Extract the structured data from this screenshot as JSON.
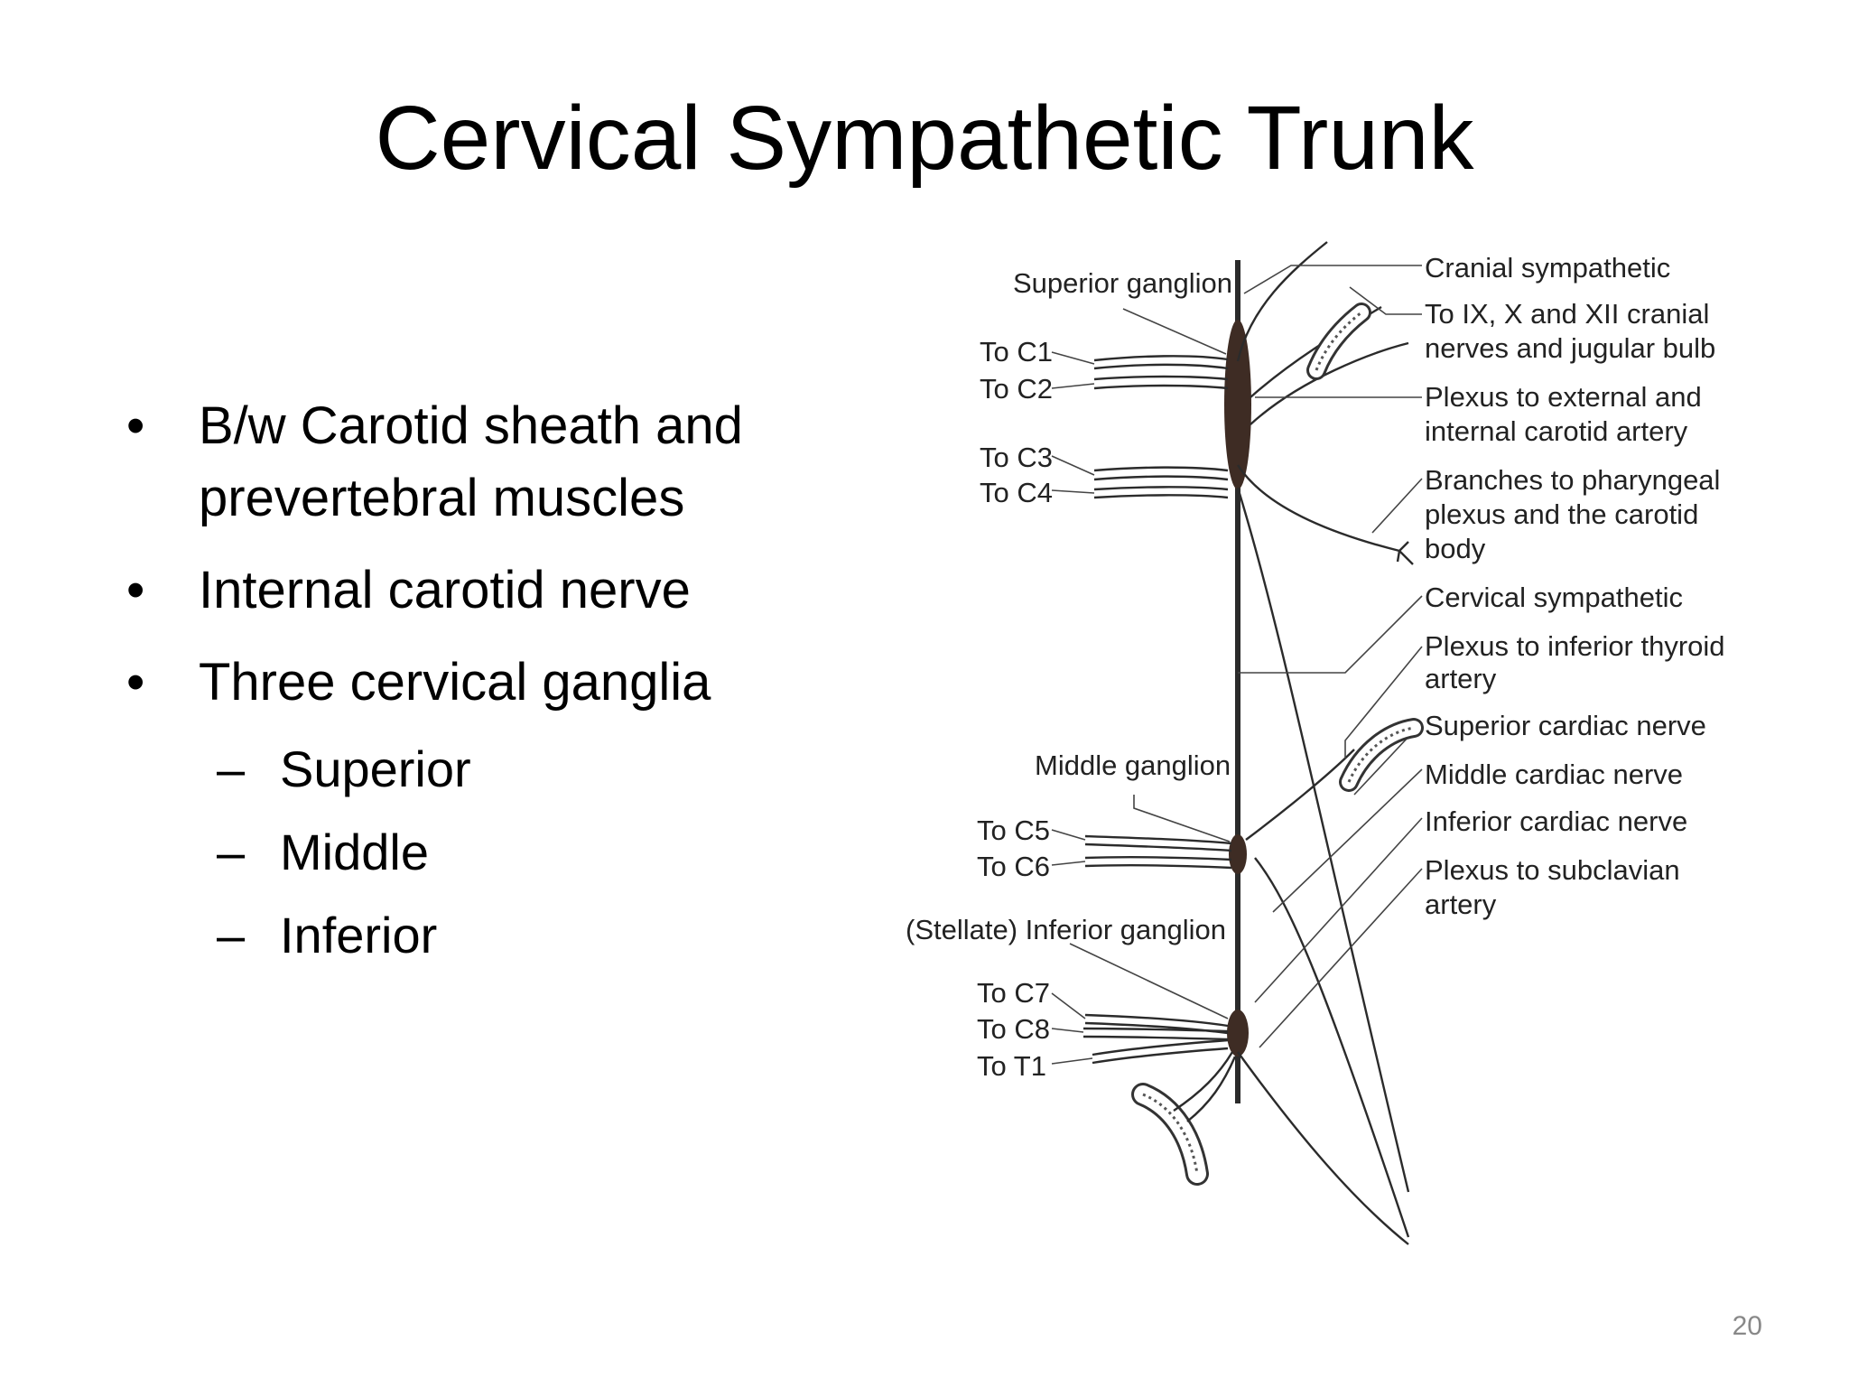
{
  "slide": {
    "title": "Cervical Sympathetic Trunk",
    "bullets": [
      "B/w Carotid sheath and prevertebral muscles",
      "Internal carotid nerve",
      "Three cervical ganglia"
    ],
    "sub_bullets": [
      "Superior",
      "Middle",
      "Inferior"
    ],
    "bullet_marker": "•",
    "sub_marker": "–",
    "page_number": "20"
  },
  "diagram": {
    "left_labels": {
      "superior_ganglion": "Superior ganglion",
      "to_c1": "To C1",
      "to_c2": "To C2",
      "to_c3": "To C3",
      "to_c4": "To C4",
      "middle_ganglion": "Middle ganglion",
      "to_c5": "To C5",
      "to_c6": "To C6",
      "inferior_ganglion": "(Stellate) Inferior ganglion",
      "to_c7": "To C7",
      "to_c8": "To C8",
      "to_t1": "To T1"
    },
    "right_labels": {
      "cranial_sympathetic": "Cranial sympathetic",
      "cranial_nerves_line1": "To IX, X and XII cranial",
      "cranial_nerves_line2": "nerves and jugular bulb",
      "plexus_carotid_line1": "Plexus to external and",
      "plexus_carotid_line2": "internal carotid artery",
      "pharyngeal_line1": "Branches to pharyngeal",
      "pharyngeal_line2": "plexus and the carotid",
      "pharyngeal_line3": "body",
      "cervical_sympathetic": "Cervical sympathetic",
      "thyroid_line1": "Plexus to inferior thyroid",
      "thyroid_line2": "artery",
      "superior_cardiac": "Superior cardiac nerve",
      "middle_cardiac": "Middle cardiac nerve",
      "inferior_cardiac": "Inferior cardiac nerve",
      "subclavian_line1": "Plexus to subclavian",
      "subclavian_line2": "artery"
    },
    "colors": {
      "ganglion": "#3e2c24",
      "nerve": "#2b2b2b"
    }
  }
}
